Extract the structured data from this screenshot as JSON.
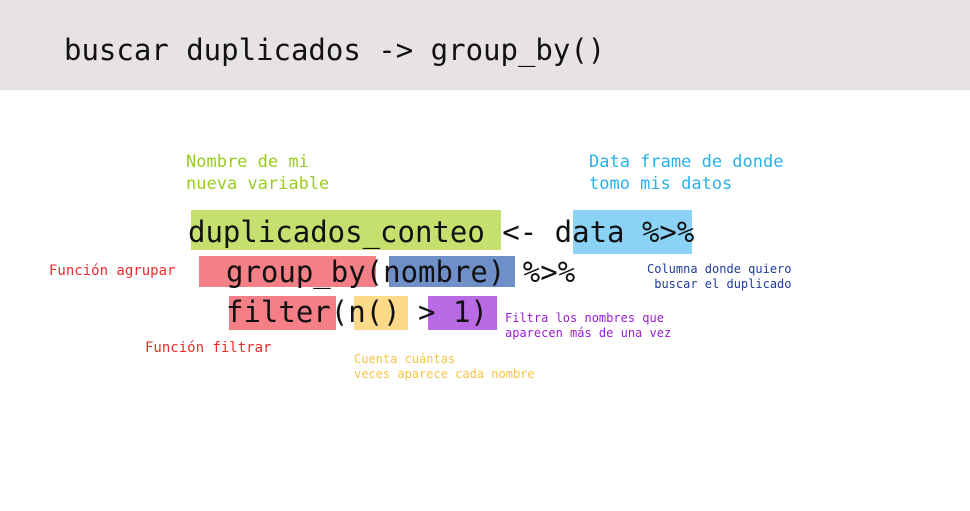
{
  "header": {
    "title": "buscar duplicados -> group_by()"
  },
  "code": {
    "line1": "duplicados_conteo <- data %>%",
    "line2": "group_by(nombre) %>%",
    "line3": "filter(n() > 1)"
  },
  "annotations": {
    "variable_name": "Nombre de mi\nnueva variable",
    "data_frame": "Data frame de donde\ntomo mis datos",
    "group_function": "Función agrupar",
    "group_column": "Columna donde quiero\n buscar el duplicado",
    "filter_description": "Filtra los nombres que\naparecen más de una vez",
    "filter_function": "Función filtrar",
    "count_description": "Cuenta cuántas\nveces aparece cada nombre"
  },
  "colors": {
    "header_bg": "#e7e3e2",
    "green": "#c5e06f",
    "green_text": "#9acd1e",
    "sky": "#8ad3f6",
    "sky_text": "#2ab0ec",
    "pink": "#f57f86",
    "red_text": "#ea2c2c",
    "steel_blue": "#6f8fc9",
    "navy_text": "#1f3c99",
    "yellow": "#fdd98a",
    "yellow_text": "#f7c447",
    "purple": "#b86be5",
    "purple_text": "#9a1dd4"
  }
}
